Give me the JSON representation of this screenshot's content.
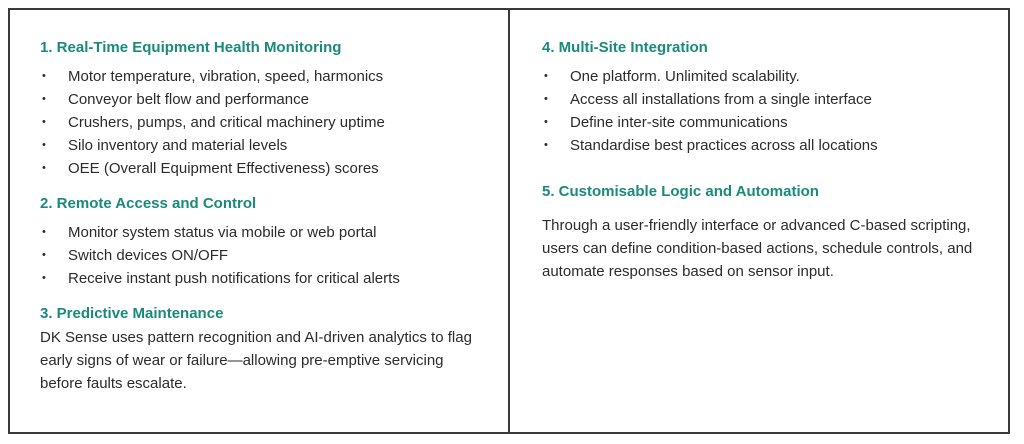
{
  "left": {
    "s1": {
      "title": "1. Real-Time Equipment Health Monitoring",
      "items": [
        "Motor temperature, vibration, speed, harmonics",
        "Conveyor belt flow and performance",
        "Crushers, pumps, and critical machinery uptime",
        "Silo inventory and material levels",
        "OEE (Overall Equipment Effectiveness) scores"
      ]
    },
    "s2": {
      "title": "2. Remote Access and Control",
      "items": [
        "Monitor system status via mobile or web portal",
        "Switch devices ON/OFF",
        "Receive instant push notifications for critical alerts"
      ]
    },
    "s3": {
      "title": "3. Predictive Maintenance",
      "text": "DK Sense uses pattern recognition and AI-driven analytics to flag early signs of wear or failure—allowing pre-emptive servicing before faults escalate."
    }
  },
  "right": {
    "s4": {
      "title": "4. Multi-Site Integration",
      "items": [
        "One platform. Unlimited scalability.",
        "Access all installations from a single interface",
        "Define inter-site communications",
        "Standardise best practices across all locations"
      ]
    },
    "s5": {
      "title": "5. Customisable Logic and Automation",
      "text": "Through a user-friendly interface or advanced C-based scripting, users can define condition-based actions, schedule controls, and automate responses based on sensor input."
    }
  },
  "colors": {
    "heading": "#1a8a7a",
    "text": "#2b2b2b",
    "border": "#3a3a3a"
  }
}
